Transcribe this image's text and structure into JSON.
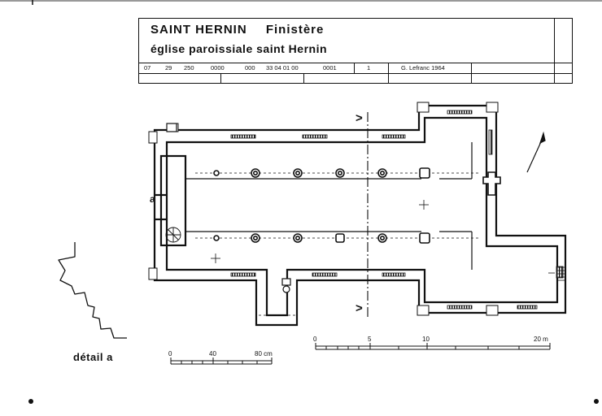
{
  "title": {
    "line1_place": "SAINT  HERNIN",
    "line1_dept": "Finistère",
    "line2": "église paroissiale  saint Hernin"
  },
  "codes": [
    "07",
    "29",
    "250",
    "0000",
    "000",
    "33  04  01  00",
    "0001",
    "1",
    "G. Lefranc  1964"
  ],
  "plan": {
    "section_mark_top": ">",
    "section_mark_bottom": ">",
    "detail_marker": "a"
  },
  "scale_small": {
    "ticks": [
      "0",
      "40",
      "80 cm"
    ]
  },
  "scale_large": {
    "ticks": [
      "0",
      "5",
      "10",
      "20 m"
    ]
  },
  "detail_label": "détail  a"
}
